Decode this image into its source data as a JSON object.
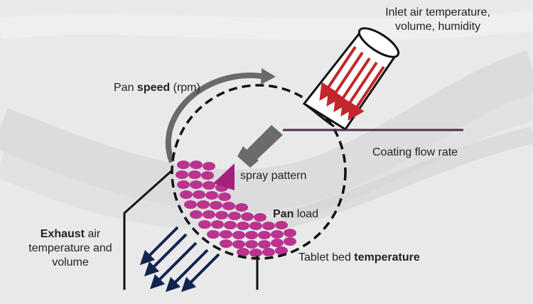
{
  "labels": {
    "inlet_line1": "Inlet air temperature,",
    "inlet_line2": "volume, humidity",
    "pan_speed_a": "Pan ",
    "pan_speed_b": "speed",
    "pan_speed_c": " (rpm)",
    "coating_flow": "Coating flow rate",
    "spray_pattern": "spray pattern",
    "pan_load_a": "Pan",
    "pan_load_b": " load",
    "exhaust_a": "Exhaust",
    "exhaust_b": " air",
    "exhaust_line2": "temperature and",
    "exhaust_line3": "volume",
    "tablet_a": "Tablet bed ",
    "tablet_b": "temperature"
  },
  "colors": {
    "inlet_arrows": "#c1272d",
    "exhaust_arrows": "#12244f",
    "tablets": "#b9338f",
    "spray": "#a3217c",
    "nozzle": "#6b6b6b",
    "feed_line": "#5a2a48"
  }
}
